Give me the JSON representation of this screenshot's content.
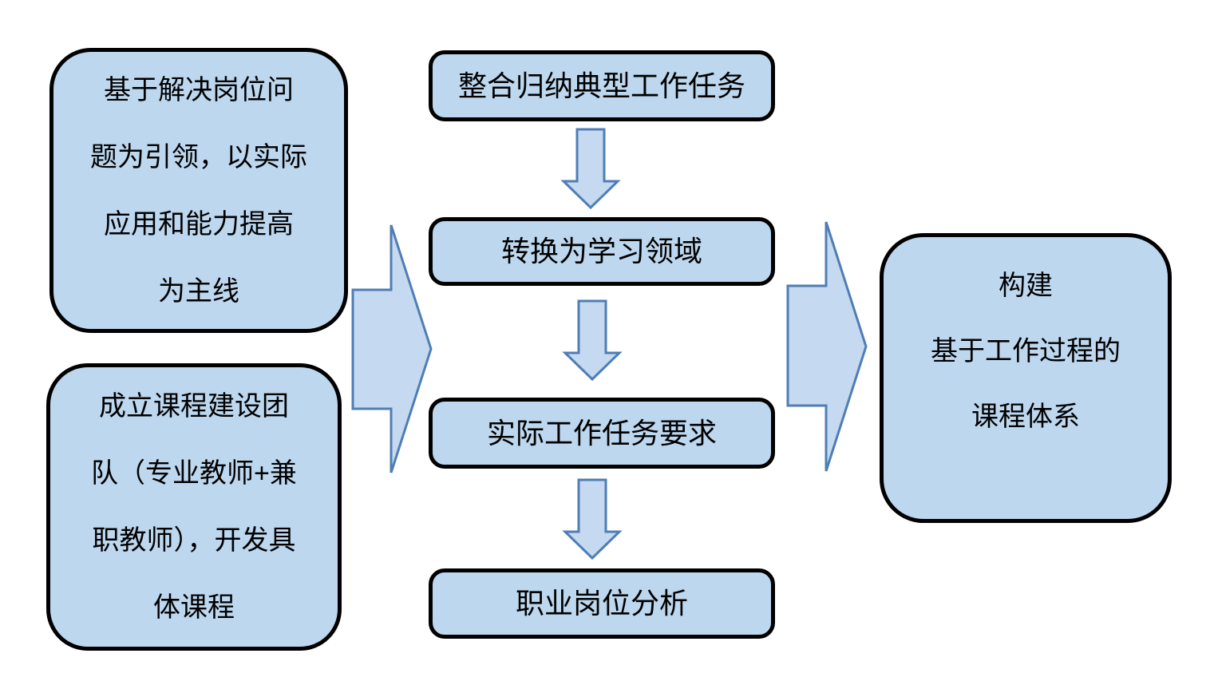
{
  "colors": {
    "shape_fill": "#BDD7EE",
    "shape_border": "#000000",
    "arrow_fill": "#C5DAF0",
    "arrow_border": "#4F7DB5",
    "text": "#000000",
    "background": "#FFFFFF"
  },
  "flowchart": {
    "left_column": [
      {
        "full_text": "基于解决岗位问题为引领，以实际应用和能力提高为主线",
        "lines": [
          "基于解决岗位问",
          "题为引领，以实际",
          "应用和能力提高",
          "为主线"
        ]
      },
      {
        "full_text": "成立课程建设团队（专业教师+兼职教师），开发具体课程",
        "lines": [
          "成立课程建设团",
          "队（专业教师+兼",
          "职教师），开发具",
          "体课程"
        ]
      }
    ],
    "process_column": [
      {
        "label": "整合归纳典型工作任务"
      },
      {
        "label": "转换为学习领域"
      },
      {
        "label": "实际工作任务要求"
      },
      {
        "label": "职业岗位分析"
      }
    ],
    "result_box": {
      "full_text": "构建基于工作过程的课程体系",
      "lines": [
        "构建",
        "基于工作过程的",
        "课程体系"
      ]
    },
    "connectors": {
      "down_arrow_count": 3,
      "right_arrow_count": 2
    }
  }
}
